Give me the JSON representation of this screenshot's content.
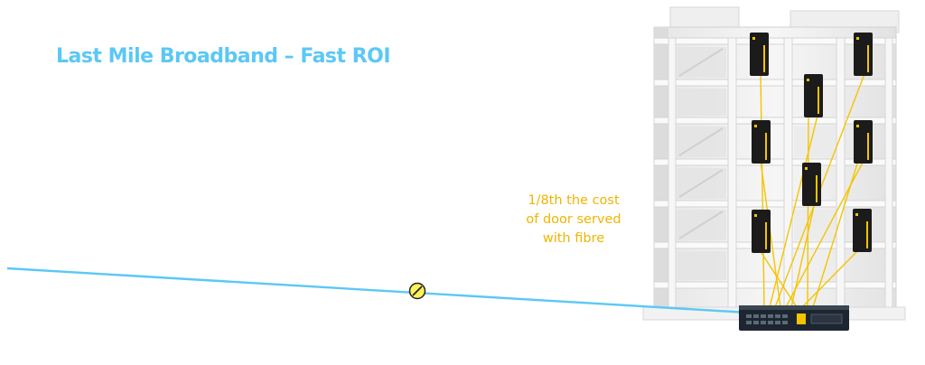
{
  "title": "Last Mile Broadband – Fast ROI",
  "annotation": {
    "lines": [
      "1/8th the cost",
      "of door served",
      "with fibre"
    ]
  },
  "colors": {
    "title": "#5bc8f5",
    "fibre_line": "#5bc8f5",
    "copper_lines": "#f5c400",
    "annotation": "#f0b400",
    "building": "#f2f2f2",
    "device": "#1b1b1b",
    "switch": "#1d2630",
    "splice_marker": "#fff15a"
  },
  "icons": {
    "endpoint": "wireless-modem-icon",
    "hub": "network-switch-icon",
    "splice": "fibre-splice-icon"
  }
}
